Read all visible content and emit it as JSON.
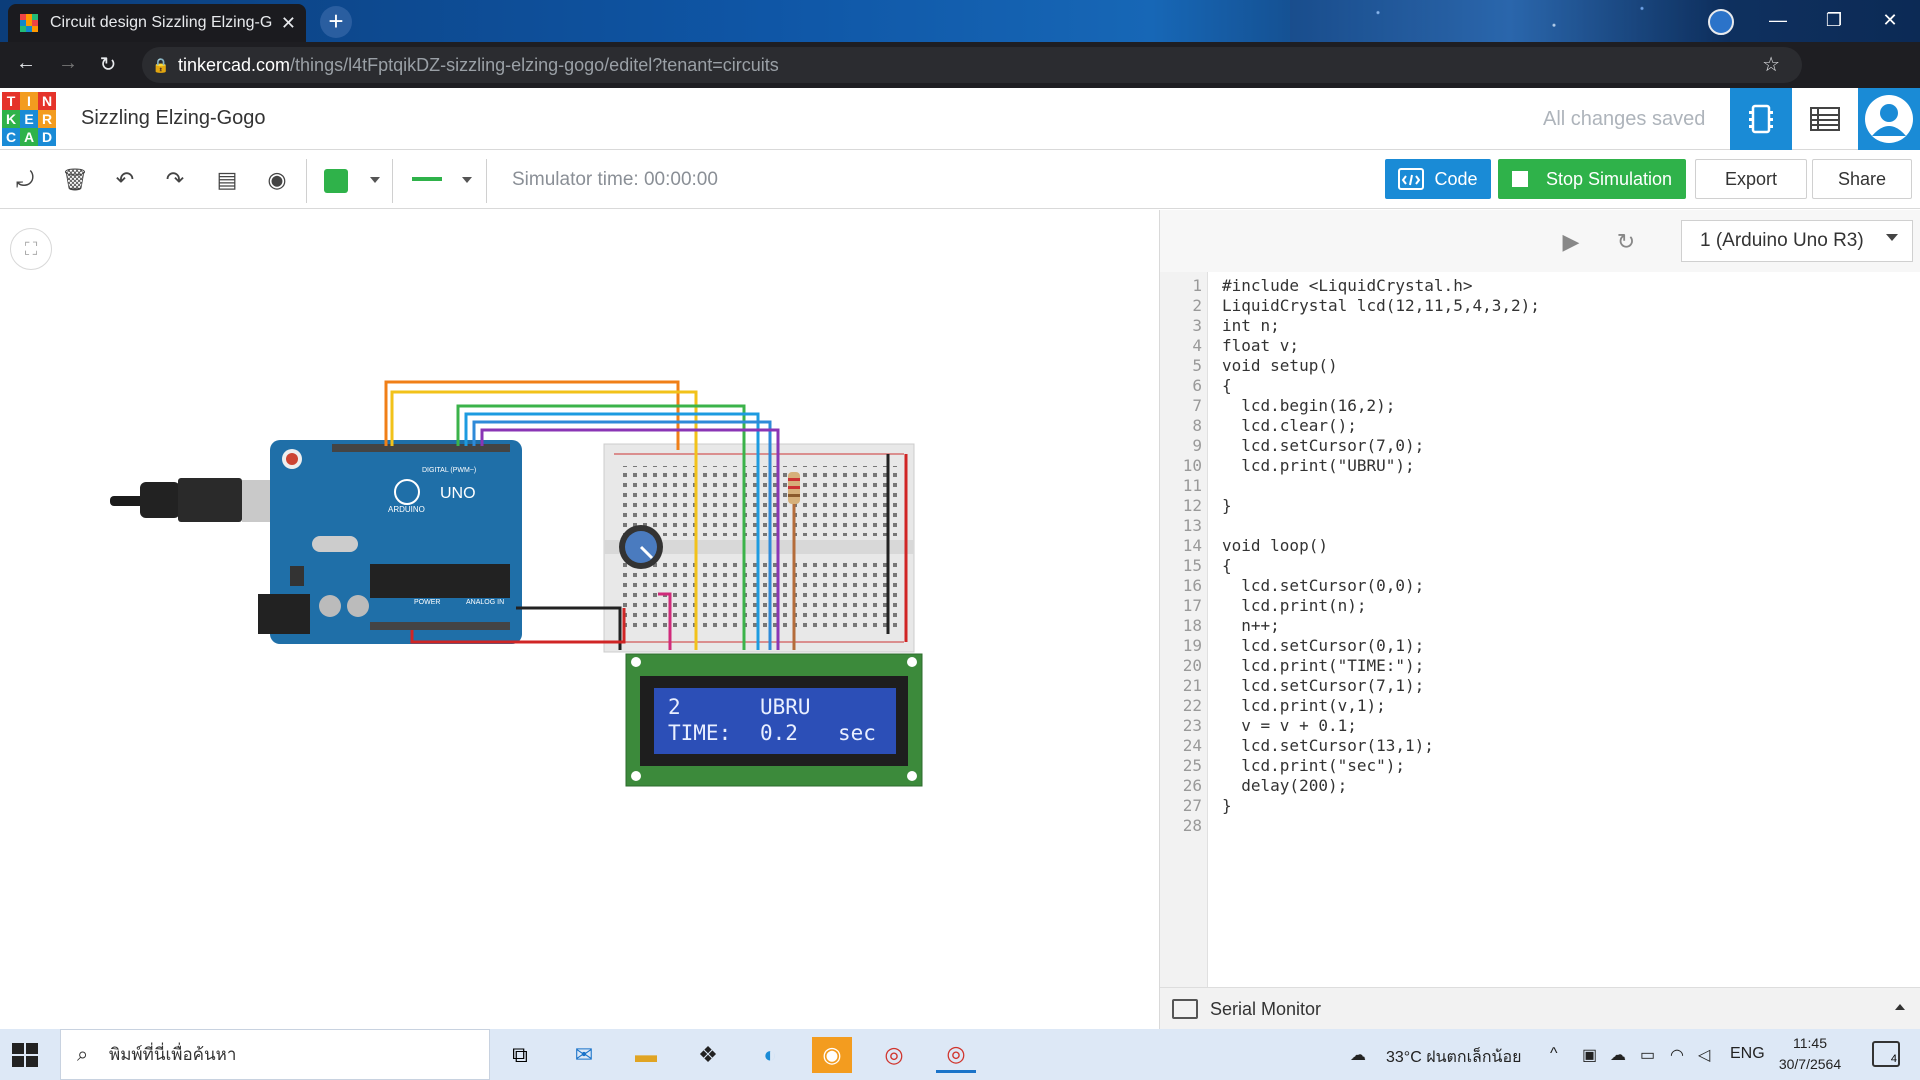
{
  "browser": {
    "tab_title": "Circuit design Sizzling Elzing-Go(",
    "url_host": "tinkercad.com",
    "url_path": "/things/l4tFptqikDZ-sizzling-elzing-gogo/editel?tenant=circuits"
  },
  "header": {
    "logo_letters": [
      "T",
      "I",
      "N",
      "K",
      "E",
      "R",
      "C",
      "A",
      "D"
    ],
    "project_name": "Sizzling Elzing-Gogo",
    "save_status": "All changes saved"
  },
  "toolbar": {
    "simulator_time": "Simulator time: 00:00:00",
    "code_label": "Code",
    "stop_label": "Stop Simulation",
    "export_label": "Export",
    "share_label": "Share",
    "fill_color": "#2fb24a"
  },
  "circuit": {
    "lcd_line1_left": "2",
    "lcd_line1_right": "UBRU",
    "lcd_line2_left": "TIME:",
    "lcd_line2_mid": "0.2",
    "lcd_line2_right": "sec",
    "arduino_label": "UNO",
    "arduino_brand": "ARDUINO",
    "digital_label": "DIGITAL (PWM~)",
    "power_label": "POWER",
    "analog_label": "ANALOG IN"
  },
  "code_panel": {
    "device": "1 (Arduino Uno R3)",
    "serial_monitor": "Serial Monitor",
    "lines": [
      "#include <LiquidCrystal.h>",
      "LiquidCrystal lcd(12,11,5,4,3,2);",
      "int n;",
      "float v;",
      "void setup()",
      "{",
      "  lcd.begin(16,2);",
      "  lcd.clear();",
      "  lcd.setCursor(7,0);",
      "  lcd.print(\"UBRU\");",
      "",
      "}",
      "",
      "void loop()",
      "{",
      "  lcd.setCursor(0,0);",
      "  lcd.print(n);",
      "  n++;",
      "  lcd.setCursor(0,1);",
      "  lcd.print(\"TIME:\");",
      "  lcd.setCursor(7,1);",
      "  lcd.print(v,1);",
      "  v = v + 0.1;",
      "  lcd.setCursor(13,1);",
      "  lcd.print(\"sec\");",
      "  delay(200);",
      "}",
      ""
    ]
  },
  "taskbar": {
    "search_placeholder": "พิมพ์ที่นี่เพื่อค้นหา",
    "weather": "33°C  ฝนตกเล็กน้อย",
    "lang": "ENG",
    "time": "11:45",
    "date": "30/7/2564",
    "notif_count": "4"
  }
}
